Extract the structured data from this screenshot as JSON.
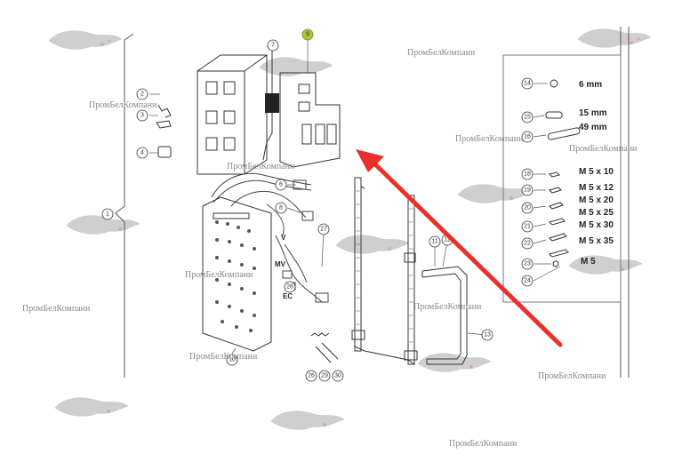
{
  "watermark": "ПромБелКомпани",
  "colors": {
    "arrow": "#e8312a",
    "callout_green": "#a8c832",
    "line": "#333333",
    "watermark_logo": "#c9c9c9"
  },
  "callouts": [
    "1",
    "2",
    "3",
    "4",
    "6",
    "7",
    "8",
    "9",
    "10",
    "11",
    "12",
    "13",
    "14",
    "15",
    "16",
    "18",
    "19",
    "20",
    "21",
    "22",
    "23",
    "24",
    "26",
    "27",
    "28",
    "29",
    "30"
  ],
  "inline_labels": [
    "V",
    "MV",
    "EC"
  ],
  "hardware_sizes": [
    {
      "ref": "14",
      "label": "6 mm"
    },
    {
      "ref": "15",
      "label": "15 mm"
    },
    {
      "ref": "16",
      "label": "49 mm"
    },
    {
      "ref": "18",
      "label": "M 5 x 10"
    },
    {
      "ref": "19",
      "label": "M 5 x 12"
    },
    {
      "ref": "20",
      "label": "M 5 x 20"
    },
    {
      "ref": "20",
      "label": "M 5 x 25"
    },
    {
      "ref": "21",
      "label": "M 5 x 30"
    },
    {
      "ref": "22",
      "label": "M 5 x 35"
    },
    {
      "ref": "23",
      "label": "M 5"
    }
  ]
}
